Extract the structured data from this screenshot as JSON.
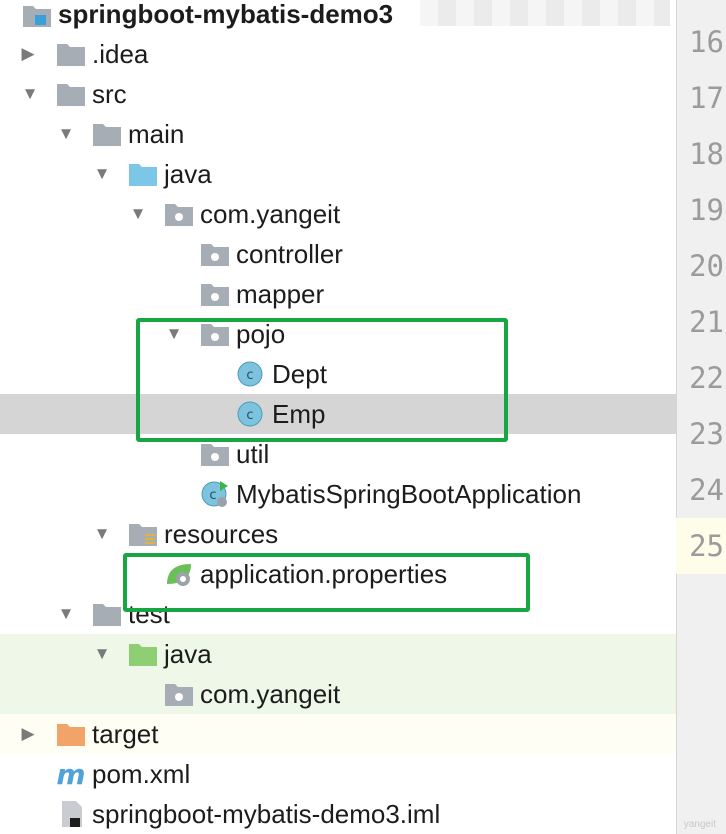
{
  "project_tree": {
    "root": "springboot-mybatis-demo3",
    "items": {
      "idea": ".idea",
      "src": "src",
      "main": "main",
      "java": "java",
      "com_yangeit": "com.yangeit",
      "controller": "controller",
      "mapper": "mapper",
      "pojo": "pojo",
      "dept": "Dept",
      "emp": "Emp",
      "util": "util",
      "app_class": "MybatisSpringBootApplication",
      "resources": "resources",
      "app_props": "application.properties",
      "test": "test",
      "test_java": "java",
      "test_com_yangeit": "com.yangeit",
      "target": "target",
      "pom": "pom.xml",
      "iml": "springboot-mybatis-demo3.iml"
    }
  },
  "editor_gutter": {
    "lines": [
      "16",
      "17",
      "18",
      "19",
      "20",
      "21",
      "22",
      "23",
      "24",
      "25"
    ],
    "current_line": "25"
  },
  "watermark": "yangeit",
  "colors": {
    "folder_gray": "#a7adb4",
    "source_folder_blue": "#7cc7e8",
    "test_folder_green": "#8fcf73",
    "excluded_folder_orange": "#f2a468",
    "class_icon": "#7ec3dd",
    "highlight_green": "#17a642",
    "selection_gray": "#d5d5d5"
  }
}
